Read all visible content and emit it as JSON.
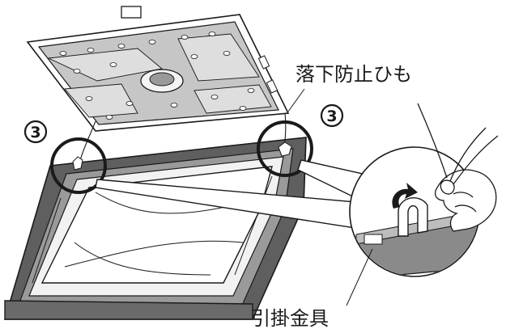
{
  "labels": {
    "fall_prevention_cord": "落下防止ひも",
    "hook_bracket": "引掛金具"
  },
  "steps": {
    "left": "3",
    "right": "3"
  },
  "colors": {
    "line": "#1a1a1a",
    "frame_dark": "#5a5a5a",
    "frame_mid": "#8a8a8a",
    "panel_fill": "#c9c9c9",
    "panel_light": "#e6e6e6",
    "paper": "#ffffff"
  }
}
